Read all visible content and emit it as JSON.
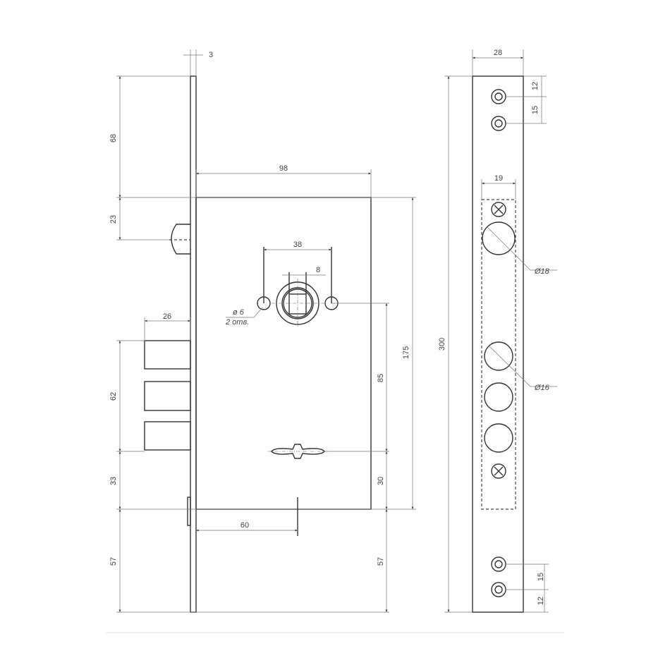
{
  "dimensions": {
    "plate_thickness": "3",
    "top_to_body": "68",
    "latch_offset": "23",
    "body_width": "98",
    "hole_spacing": "38",
    "spindle": "8",
    "hole_dia": "ø 6",
    "hole_count": "2 отв.",
    "bolt_projection": "26",
    "bolt_span": "62",
    "bolt_to_bottom": "33",
    "bottom_left": "57",
    "backset_key": "60",
    "handle_to_key": "85",
    "key_to_bottom": "30",
    "body_height": "175",
    "bottom_right": "57",
    "plate_length": "300",
    "plate_width": "28",
    "cylinder_width": "19",
    "large_hole_dia": "Ø18",
    "small_hole_dia": "Ø16",
    "top_hole_1": "12",
    "top_hole_2": "15",
    "bottom_hole_1": "15",
    "bottom_hole_2": "12"
  }
}
